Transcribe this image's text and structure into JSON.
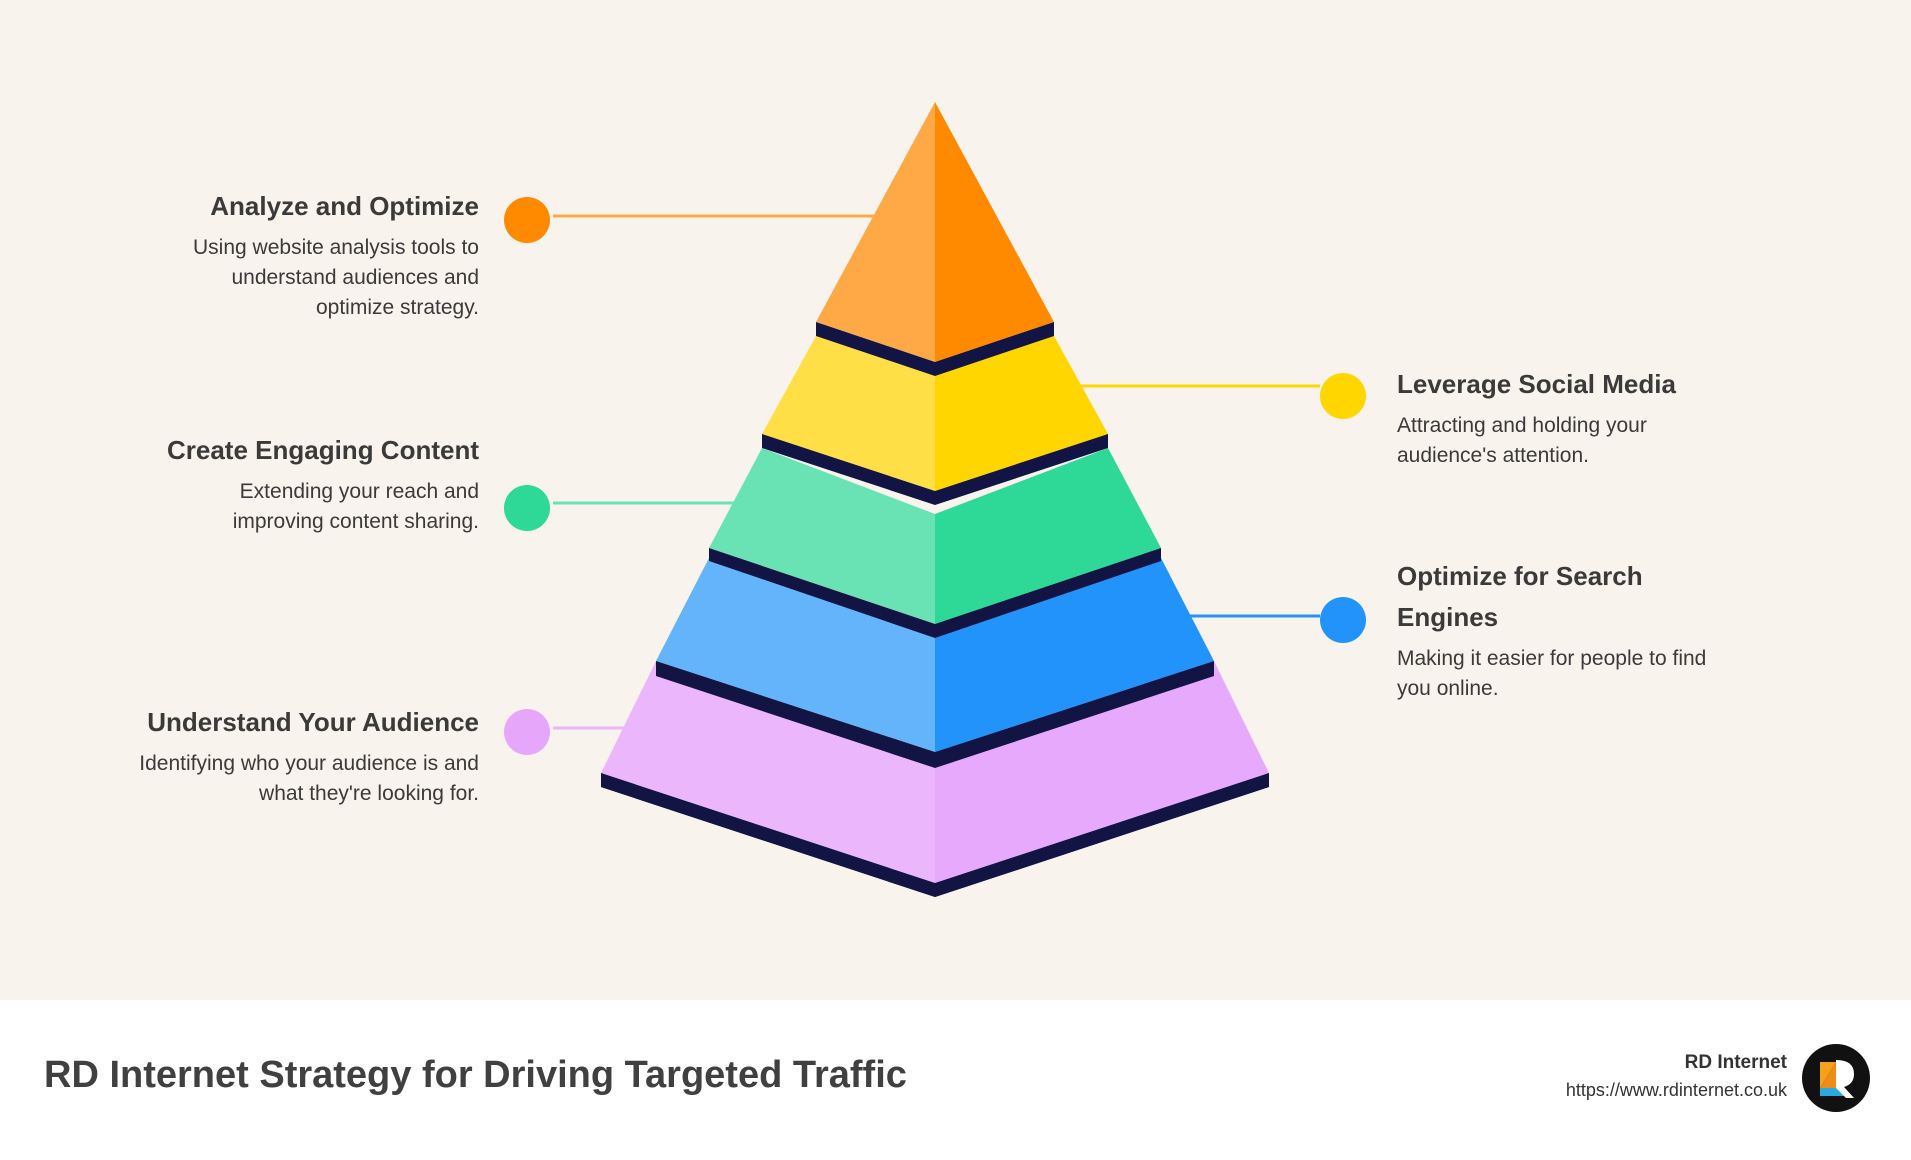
{
  "levels": [
    {
      "title": "Analyze and Optimize",
      "description": "Using website analysis tools to understand audiences and optimize strategy.",
      "color": "#ff8a00"
    },
    {
      "title": "Leverage Social Media",
      "description": "Attracting and holding your audience's attention.",
      "color": "#ffd500"
    },
    {
      "title": "Create Engaging Content",
      "description": "Extending your reach and improving content sharing.",
      "color": "#2ed898"
    },
    {
      "title": "Optimize for Search Engines",
      "description": "Making it easier for people to find you online.",
      "color": "#2192fa"
    },
    {
      "title": "Understand Your Audience",
      "description": "Identifying who your audience is and what they're looking for.",
      "color": "#e6a6fa"
    }
  ],
  "footer": {
    "title": "RD Internet Strategy for Driving Targeted Traffic",
    "brand_name": "RD Internet",
    "brand_url": "https://www.rdinternet.co.uk"
  }
}
